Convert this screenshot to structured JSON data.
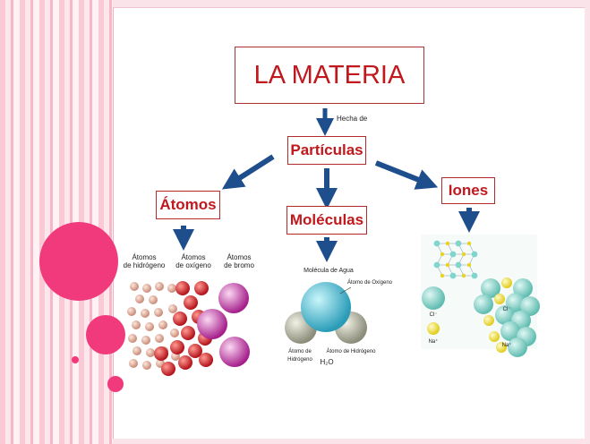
{
  "title": "LA MATERIA",
  "connector_label": "Hecha de",
  "nodes": {
    "particulas": "Partículas",
    "atomos": "Átomos",
    "moleculas": "Moléculas",
    "iones": "Iones"
  },
  "atom_labels": {
    "hidrogeno": [
      "Átomos",
      "de hidrógeno"
    ],
    "oxigeno": [
      "Átomos",
      "de oxígeno"
    ],
    "bromo": [
      "Átomos",
      "de bromo"
    ]
  },
  "molecule_labels": {
    "title": "Molécula de Agua",
    "oxygen": "Átomo de Oxígeno",
    "hydrogen_left": "Átomo de Hidrógeno",
    "hydrogen_right": "Átomo de Hidrógeno",
    "formula": "H₂O"
  },
  "ion_labels": {
    "chloride": "Cl⁻",
    "sodium": "Na⁺",
    "lattice_chloride": "Cl⁻",
    "lattice_sodium": "Na⁺"
  },
  "colors": {
    "accent": "#c0181c",
    "arrow": "#1f4e8c",
    "pink": "#f0377a"
  }
}
